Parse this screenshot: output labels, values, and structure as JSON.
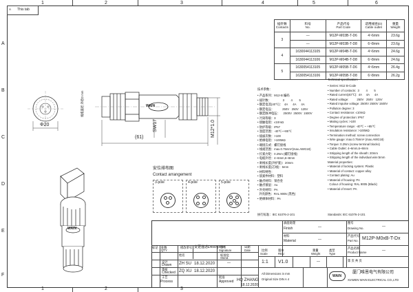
{
  "frame": {
    "columns": [
      "1",
      "2",
      "3",
      "4",
      "5",
      "6"
    ],
    "rows": [
      "A",
      "B",
      "C",
      "D",
      "E",
      "F"
    ],
    "corner_label": "This tab",
    "corner_small": "A",
    "corner_rot": "M12P-M0xB"
  },
  "bom": {
    "headers": [
      {
        "cn": "插针数",
        "en": "Contacts"
      },
      {
        "cn": "料号",
        "en": "No."
      },
      {
        "cn": "产品代号",
        "en": "Part Code"
      },
      {
        "cn": "适用线径(D)",
        "en": "Cable outlet"
      },
      {
        "cn": "重量",
        "en": "Weight"
      }
    ],
    "groups": [
      {
        "contacts": "3",
        "rows": [
          {
            "no": "—",
            "code": "M12P-M03B-T-D6",
            "cable": "4~6mm",
            "weight": "23.6g"
          },
          {
            "no": "—",
            "code": "M12P-M03B-T-D8",
            "cable": "6~8mm",
            "weight": "23.6g"
          }
        ]
      },
      {
        "contacts": "4",
        "rows": [
          {
            "no": "1630044113105",
            "code": "M12P-M04B-T-D6",
            "cable": "4~6mm",
            "weight": "24.6g"
          },
          {
            "no": "1630044113106",
            "code": "M12P-M04B-T-D8",
            "cable": "6~8mm",
            "weight": "24.6g"
          }
        ]
      },
      {
        "contacts": "5",
        "rows": [
          {
            "no": "1630054113105",
            "code": "M12P-M05B-T-D6",
            "cable": "4~6mm",
            "weight": "26.4g"
          },
          {
            "no": "1630054113106",
            "code": "M12P-M05B-T-D8",
            "cable": "6~8mm",
            "weight": "26.2g"
          }
        ]
      }
    ]
  },
  "drawing": {
    "phi20": "Φ20",
    "sw17": "SW17",
    "len61": "(61)",
    "m12": "M12*1.0",
    "side_text": "线缆直径 外径D mm",
    "brand": "WAIN"
  },
  "spec_cn": {
    "title": "技术参数：",
    "lines": [
      "• 产品系列：M12-B 编码",
      "• 插针数：              3        4        5",
      "• 额定电流(40℃)：  4A      4A      4A",
      "• 额定电压：          250V   250V   125V",
      "• 额定脉冲电压：    2500V  2500V  1500V",
      "• 污染等级：3",
      "• 接触电阻：≤10mΩ",
      "• 防护等级：IP67",
      "• 温度范围：-40℃~+85℃",
      "• 插拔次数：>100",
      "• 绝缘电阻：>100MΩ",
      "• 端接方式：螺钉接线",
      "• 线规范围：max.0.75mm²(max.AWG18)",
      "• 拧紧力矩：0.2Nm (螺钉接线)",
      "• 电缆外径：4~6mm,6~8mm",
      "• 剥线长度(外护套)：20mm",
      "• 剥线长度(芯线)：5mm",
      "• 材料特性：",
      "• 锁紧件材料：塑料",
      "• 触点材料：铜合金",
      "• 触点镀层：Au",
      "• 外壳材料：PA",
      "  外壳颜色：RAL 9005 (黑色)",
      "• 绝缘体材料：PA"
    ],
    "std": "执行标准：IEC 61076-2-101"
  },
  "spec_en": {
    "title": "Technical specification:",
    "lines": [
      "• Series: M12 B-Code",
      "• Number of contacts:  3        4        5",
      "• Rated current(40℃):  4A     4A      4A",
      "• Rated voltage:          250V   250V   125V",
      "• Rated impulse voltage: 2500V 2500V 1500V",
      "• Pollution degree: 3",
      "• Contact resistance: ≤10mΩ",
      "• Degree of protection: IP67",
      "• Mating cycles: >100",
      "• Temperature range: -40℃ ~ +85℃",
      "• Insulation resistance: >100MΩ",
      "• Termination method: screw connection",
      "• Wire gauge: max.0.75mm² (max.AWG18)",
      "• Torque: 0.2Nm (screw terminal blocks)",
      "• Cable Outlet: 4~6mm,6~8mm",
      "• Stripping length of the sheath: 20mm",
      "• Stripping length of the individual wire:5mm",
      "Material properties:",
      "• Material of locking system: Plastic",
      "• Material of contact: copper alloy",
      "• Contact plating: Au",
      "• Material of housing: PA",
      "  Colour of housing: RAL 9005 (Black)",
      "• Material of Insert: PA"
    ],
    "std": "Standards: IEC 61076-2-101"
  },
  "contact": {
    "title_cn": "安位排布图",
    "title_en": "Contact arrangement",
    "poles": [
      "3-pole",
      "4-pole",
      "5-pole"
    ]
  },
  "titleblock": {
    "finish_cn": "表面处理",
    "finish_en": "Finish",
    "finish_val": "—",
    "material_cn": "材料",
    "material_en": "Material",
    "material_val": "—",
    "drawing_cn": "图号",
    "drawing_en": "Drawing No.",
    "drawing_val": "—",
    "part_cn": "产品代号",
    "part_en": "Part No.",
    "part_val": "M12P-M0xB-T-Dx",
    "product_cn": "产品名称",
    "product_en": "Product Name",
    "product_val": "—",
    "mark_cn": "标记",
    "mark_en": "Mark",
    "qty_cn": "处数",
    "qty_en": "QTY",
    "rev_cn": "修改单号",
    "rev_en": "Rev. Record",
    "sign_cn": "签名",
    "sign_en": "Signature",
    "date_cn": "日期",
    "date_en": "Date",
    "change_cn": "变更描述/",
    "change_en": "Description",
    "design_cn": "设计",
    "design_en": "Drawn",
    "check_cn": "审核",
    "check_en": "Checked",
    "process_cn": "工艺",
    "process_en": "Process",
    "approved_cn": "批准",
    "approved_en": "Approved",
    "name_cn": "姓名",
    "name_en": "Name",
    "stand_cn": "标准化",
    "stand_en": "Stand.",
    "drawn_name": "ZH  SU",
    "drawn_date": "18.12.2020",
    "checked_name": "ZQ  XU",
    "checked_date": "18.12.2020",
    "approved_name": "HQ  ZHANG",
    "approved_date": "18.12.2020",
    "dash": "—",
    "scale_cn": "比例",
    "scale_en": "Scale",
    "scale_val": "1:1",
    "version_cn": "版本",
    "version_en": "REV.",
    "version_val": "V1.0",
    "weight_cn": "重量",
    "weight_en": "Weight",
    "weight_val": "—",
    "type_cn": "类型",
    "type_en": "Type",
    "sheet_cn": "第 页 共 页",
    "dims_note1": "All Dimensions in mm",
    "dims_note2": "Original Size DIN A 4",
    "company_cn": "厦门唯恩电气有限公司",
    "company_en": "XIAMEN WAIN ELECTRICAL CO.,LTD",
    "logo": "WAIN"
  }
}
